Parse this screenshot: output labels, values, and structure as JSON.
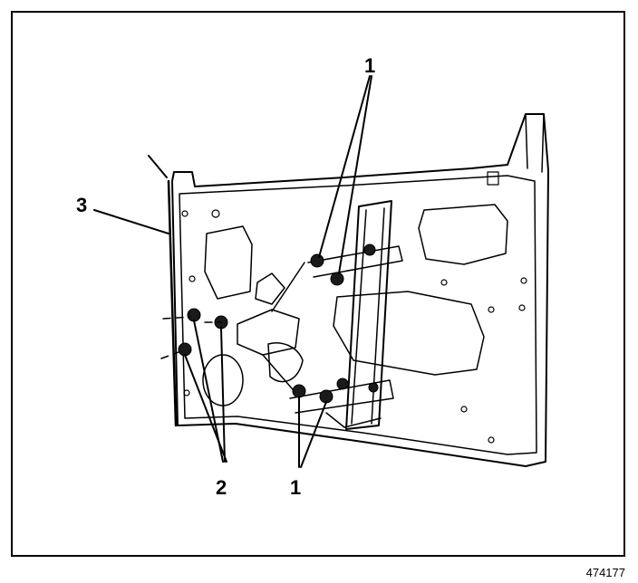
{
  "callouts": {
    "top_fasteners": "1",
    "bottom_fasteners": "1",
    "left_fasteners": "2",
    "door_panel": "3"
  },
  "figure_number": "474177",
  "colors": {
    "line": "#000000",
    "fastener": "#1a1a1a",
    "background": "#ffffff"
  }
}
